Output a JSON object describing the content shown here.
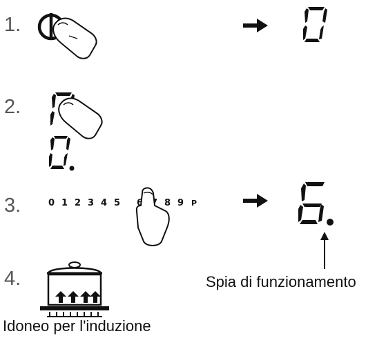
{
  "steps": [
    {
      "number": "1."
    },
    {
      "number": "2."
    },
    {
      "number": "3."
    },
    {
      "number": "4."
    }
  ],
  "step1": {
    "display_value": "0"
  },
  "step2": {
    "display_value": "0"
  },
  "step3": {
    "slider_labels": [
      "0",
      "1",
      "2",
      "3",
      "4",
      "5",
      "6",
      "7",
      "8",
      "9",
      "P"
    ],
    "display_value": "6"
  },
  "labels": {
    "indicator_light": "Spia di funzionamento",
    "induction_suitable": "Idoneo per l'induzione"
  },
  "icons": {
    "power": "power-icon",
    "finger": "finger-icon",
    "arrow": "arrow-right-icon",
    "pot": "induction-pot-icon"
  },
  "colors": {
    "ink": "#111111",
    "step_number": "#555555"
  }
}
